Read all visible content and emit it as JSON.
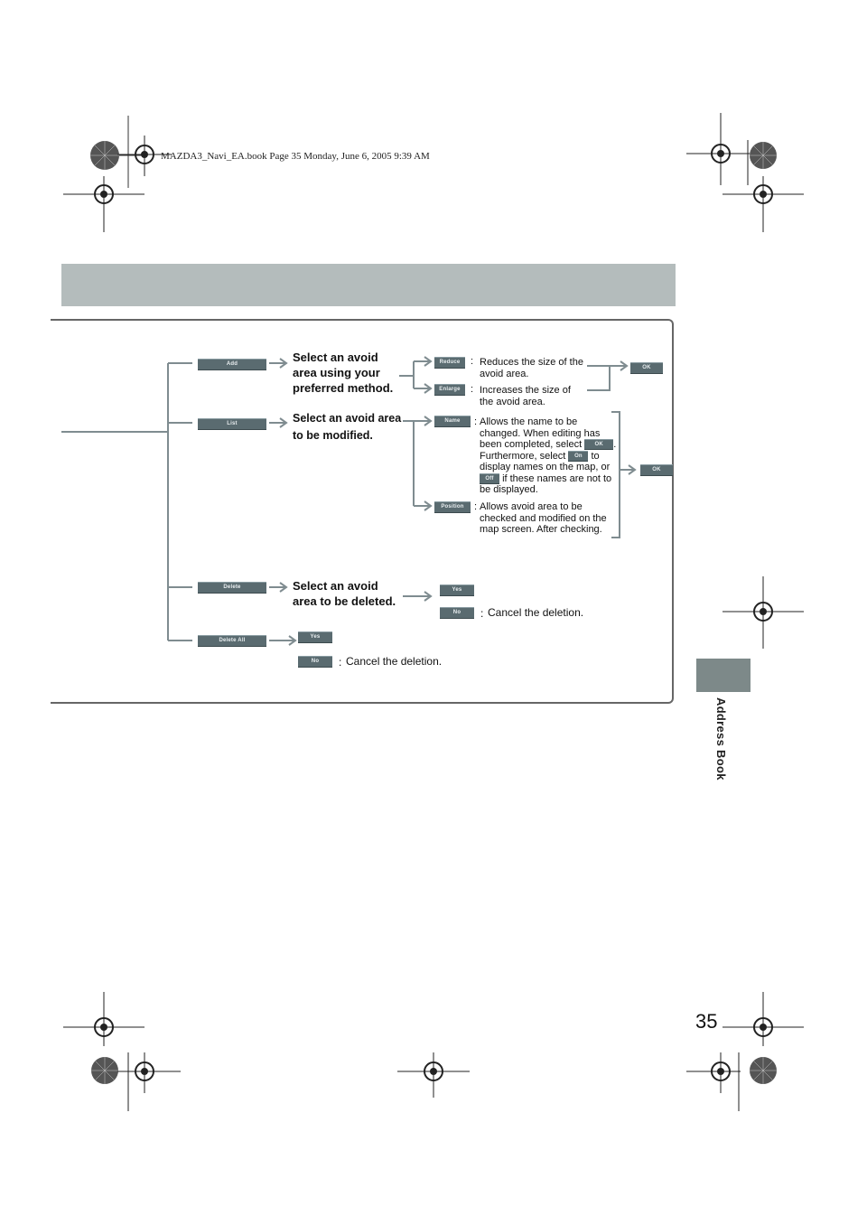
{
  "book_header": "MAZDA3_Navi_EA.book  Page 35  Monday, June 6, 2005  9:39 AM",
  "side_tab_label": "Address Book",
  "page_number": "35",
  "menu": {
    "add": "Add",
    "list": "List",
    "delete": "Delete",
    "delete_all": "Delete All"
  },
  "steps": {
    "add": "Select an avoid area using your preferred method.",
    "list": "Select an avoid area to be modified.",
    "delete": "Select an avoid area to be deleted."
  },
  "add_options": {
    "reduce_button": "Reduce",
    "reduce_desc": "Reduces the size of the avoid area.",
    "enlarge_button": "Enlarge",
    "enlarge_desc": "Increases the size of the avoid area.",
    "ok_button": "OK"
  },
  "list_options": {
    "name_button": "Name",
    "name_desc_1": "Allows the name to be changed. When editing has been completed, select",
    "ok_inline": "OK",
    "name_desc_2": ". Furthermore, select",
    "on_inline": "On",
    "name_desc_3": "to display names on the map, or",
    "off_inline": "Off",
    "name_desc_4": "if these names are not to be displayed.",
    "position_button": "Position",
    "position_desc": "Allows avoid area to be checked and modified on the map screen. After checking.",
    "ok_button": "OK"
  },
  "delete_options": {
    "yes_button": "Yes",
    "no_button": "No",
    "no_desc": "Cancel the deletion."
  },
  "delete_all_options": {
    "yes_button": "Yes",
    "no_button": "No",
    "no_desc": "Cancel the deletion."
  },
  "colors": {
    "title_band": "#b4bcbc",
    "side_tab": "#7d8989",
    "button": "#5a6b70",
    "connector": "#7f8c90"
  }
}
